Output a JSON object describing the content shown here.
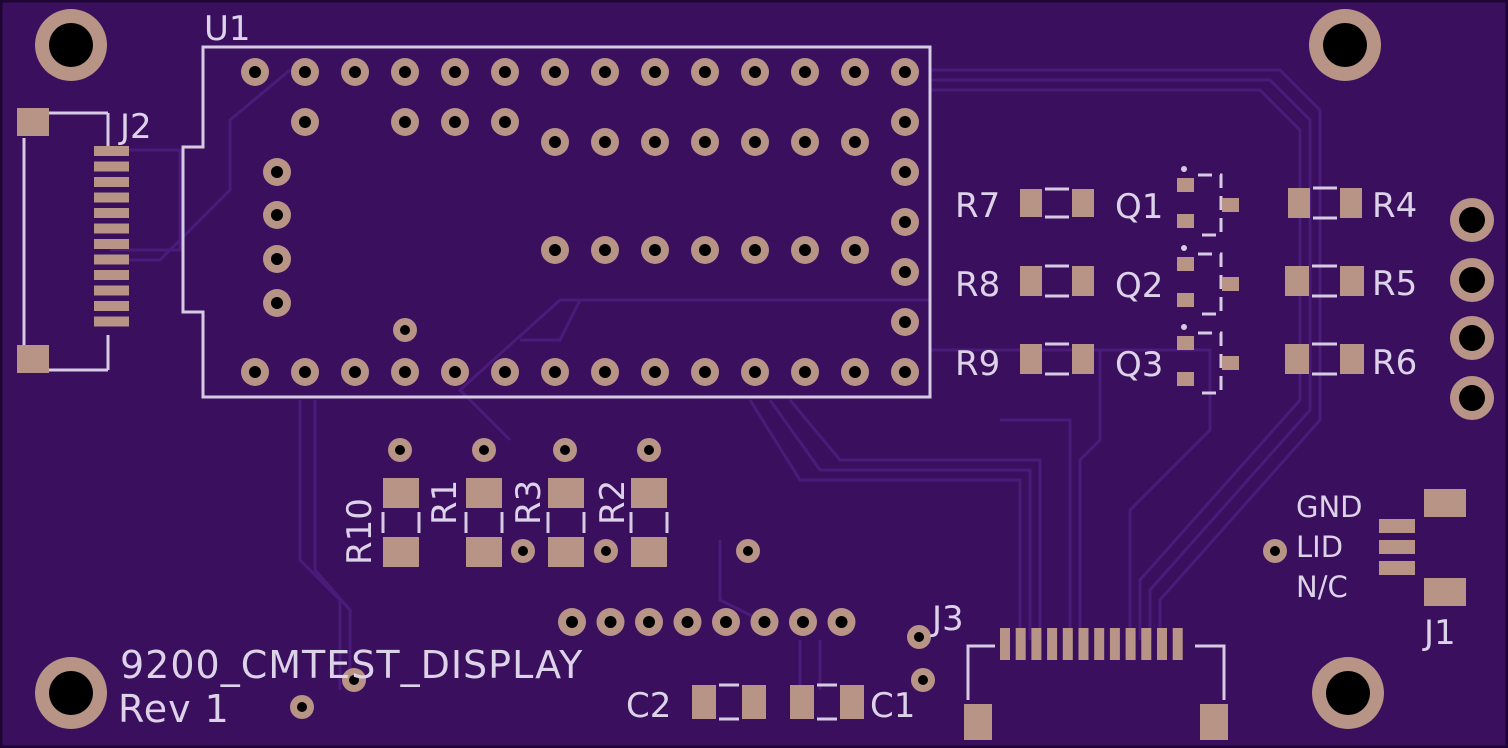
{
  "board": {
    "title": "9200_CMTEST_DISPLAY",
    "revision": "Rev 1",
    "colors": {
      "board": "#3a0f5e",
      "edge": "#2a0a45",
      "trace": "#4a1a78",
      "pad": "#b79486",
      "hole": "#000000",
      "silkscreen": "#d6cbe3"
    }
  },
  "labels": {
    "U1": "U1",
    "J1": "J1",
    "J2": "J2",
    "J3": "J3",
    "R1": "R1",
    "R2": "R2",
    "R3": "R3",
    "R4": "R4",
    "R5": "R5",
    "R6": "R6",
    "R7": "R7",
    "R8": "R8",
    "R9": "R9",
    "R10": "R10",
    "Q1": "Q1",
    "Q2": "Q2",
    "Q3": "Q3",
    "C1": "C1",
    "C2": "C2"
  },
  "j1_pins": [
    "GND",
    "LID",
    "N/C"
  ]
}
